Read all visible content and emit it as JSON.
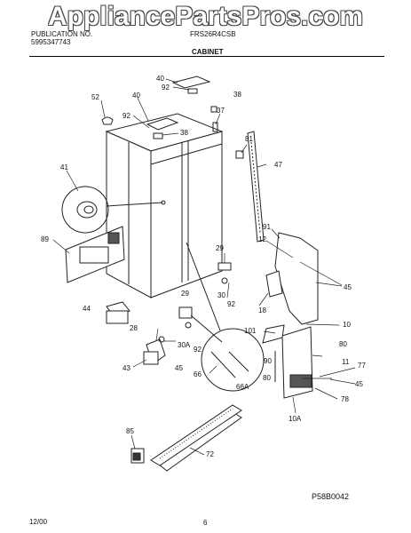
{
  "watermark": "AppliancePartsPros.com",
  "header": {
    "left_line1": "PUBLICATION NO.",
    "left_line2": "5995347743",
    "center": "FRS26R4CSB",
    "section_title": "CABINET"
  },
  "callouts": [
    {
      "id": "c40a",
      "text": "40"
    },
    {
      "id": "c92a",
      "text": "92"
    },
    {
      "id": "c38a",
      "text": "38"
    },
    {
      "id": "c52",
      "text": "52"
    },
    {
      "id": "c40b",
      "text": "40"
    },
    {
      "id": "c92b",
      "text": "92"
    },
    {
      "id": "c37",
      "text": "37"
    },
    {
      "id": "c38b",
      "text": "38"
    },
    {
      "id": "c81",
      "text": "81"
    },
    {
      "id": "c47",
      "text": "47"
    },
    {
      "id": "c41",
      "text": "41"
    },
    {
      "id": "c89",
      "text": "89"
    },
    {
      "id": "c91",
      "text": "91"
    },
    {
      "id": "c12",
      "text": "12"
    },
    {
      "id": "c29a",
      "text": "29"
    },
    {
      "id": "c45a",
      "text": "45"
    },
    {
      "id": "c30a",
      "text": "30"
    },
    {
      "id": "c92c",
      "text": "92"
    },
    {
      "id": "c29b",
      "text": "29"
    },
    {
      "id": "c18",
      "text": "18"
    },
    {
      "id": "c44",
      "text": "44"
    },
    {
      "id": "c10a",
      "text": "10"
    },
    {
      "id": "c28",
      "text": "28"
    },
    {
      "id": "c101",
      "text": "101"
    },
    {
      "id": "c30A",
      "text": "30A"
    },
    {
      "id": "c80a",
      "text": "80"
    },
    {
      "id": "c92d",
      "text": "92"
    },
    {
      "id": "c90",
      "text": "90"
    },
    {
      "id": "c11",
      "text": "11"
    },
    {
      "id": "c77",
      "text": "77"
    },
    {
      "id": "c43",
      "text": "43"
    },
    {
      "id": "c45b",
      "text": "45"
    },
    {
      "id": "c66",
      "text": "66"
    },
    {
      "id": "c80b",
      "text": "80"
    },
    {
      "id": "c45c",
      "text": "45"
    },
    {
      "id": "c66A",
      "text": "66A"
    },
    {
      "id": "c78",
      "text": "78"
    },
    {
      "id": "c10A",
      "text": "10A"
    },
    {
      "id": "c85",
      "text": "85"
    },
    {
      "id": "c72",
      "text": "72"
    }
  ],
  "diagram_code": "P58B0042",
  "footer": {
    "date": "12/00",
    "page": "6"
  }
}
